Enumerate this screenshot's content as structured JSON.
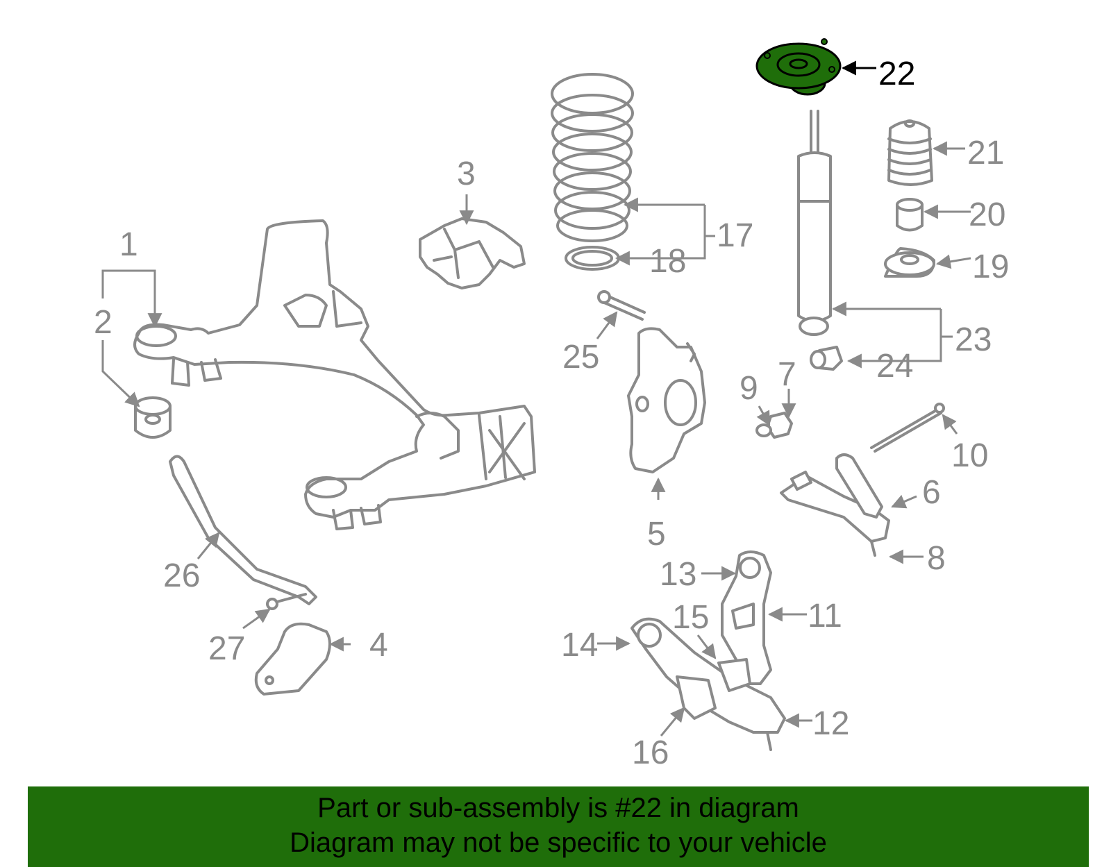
{
  "colors": {
    "part_stroke": "#8a8a8a",
    "highlight_fill": "#1f6e0a",
    "banner_background": "#1f6e0a",
    "banner_text": "#000000"
  },
  "highlighted_part": "22",
  "callouts": {
    "c1": "1",
    "c2": "2",
    "c3": "3",
    "c4": "4",
    "c5": "5",
    "c6": "6",
    "c7": "7",
    "c8": "8",
    "c9": "9",
    "c10": "10",
    "c11": "11",
    "c12": "12",
    "c13": "13",
    "c14": "14",
    "c15": "15",
    "c16": "16",
    "c17": "17",
    "c18": "18",
    "c19": "19",
    "c20": "20",
    "c21": "21",
    "c22": "22",
    "c23": "23",
    "c24": "24",
    "c25": "25",
    "c26": "26",
    "c27": "27"
  },
  "banner": {
    "line1": "Part or sub-assembly is #22 in diagram",
    "line2": "Diagram may not be specific to your vehicle"
  }
}
